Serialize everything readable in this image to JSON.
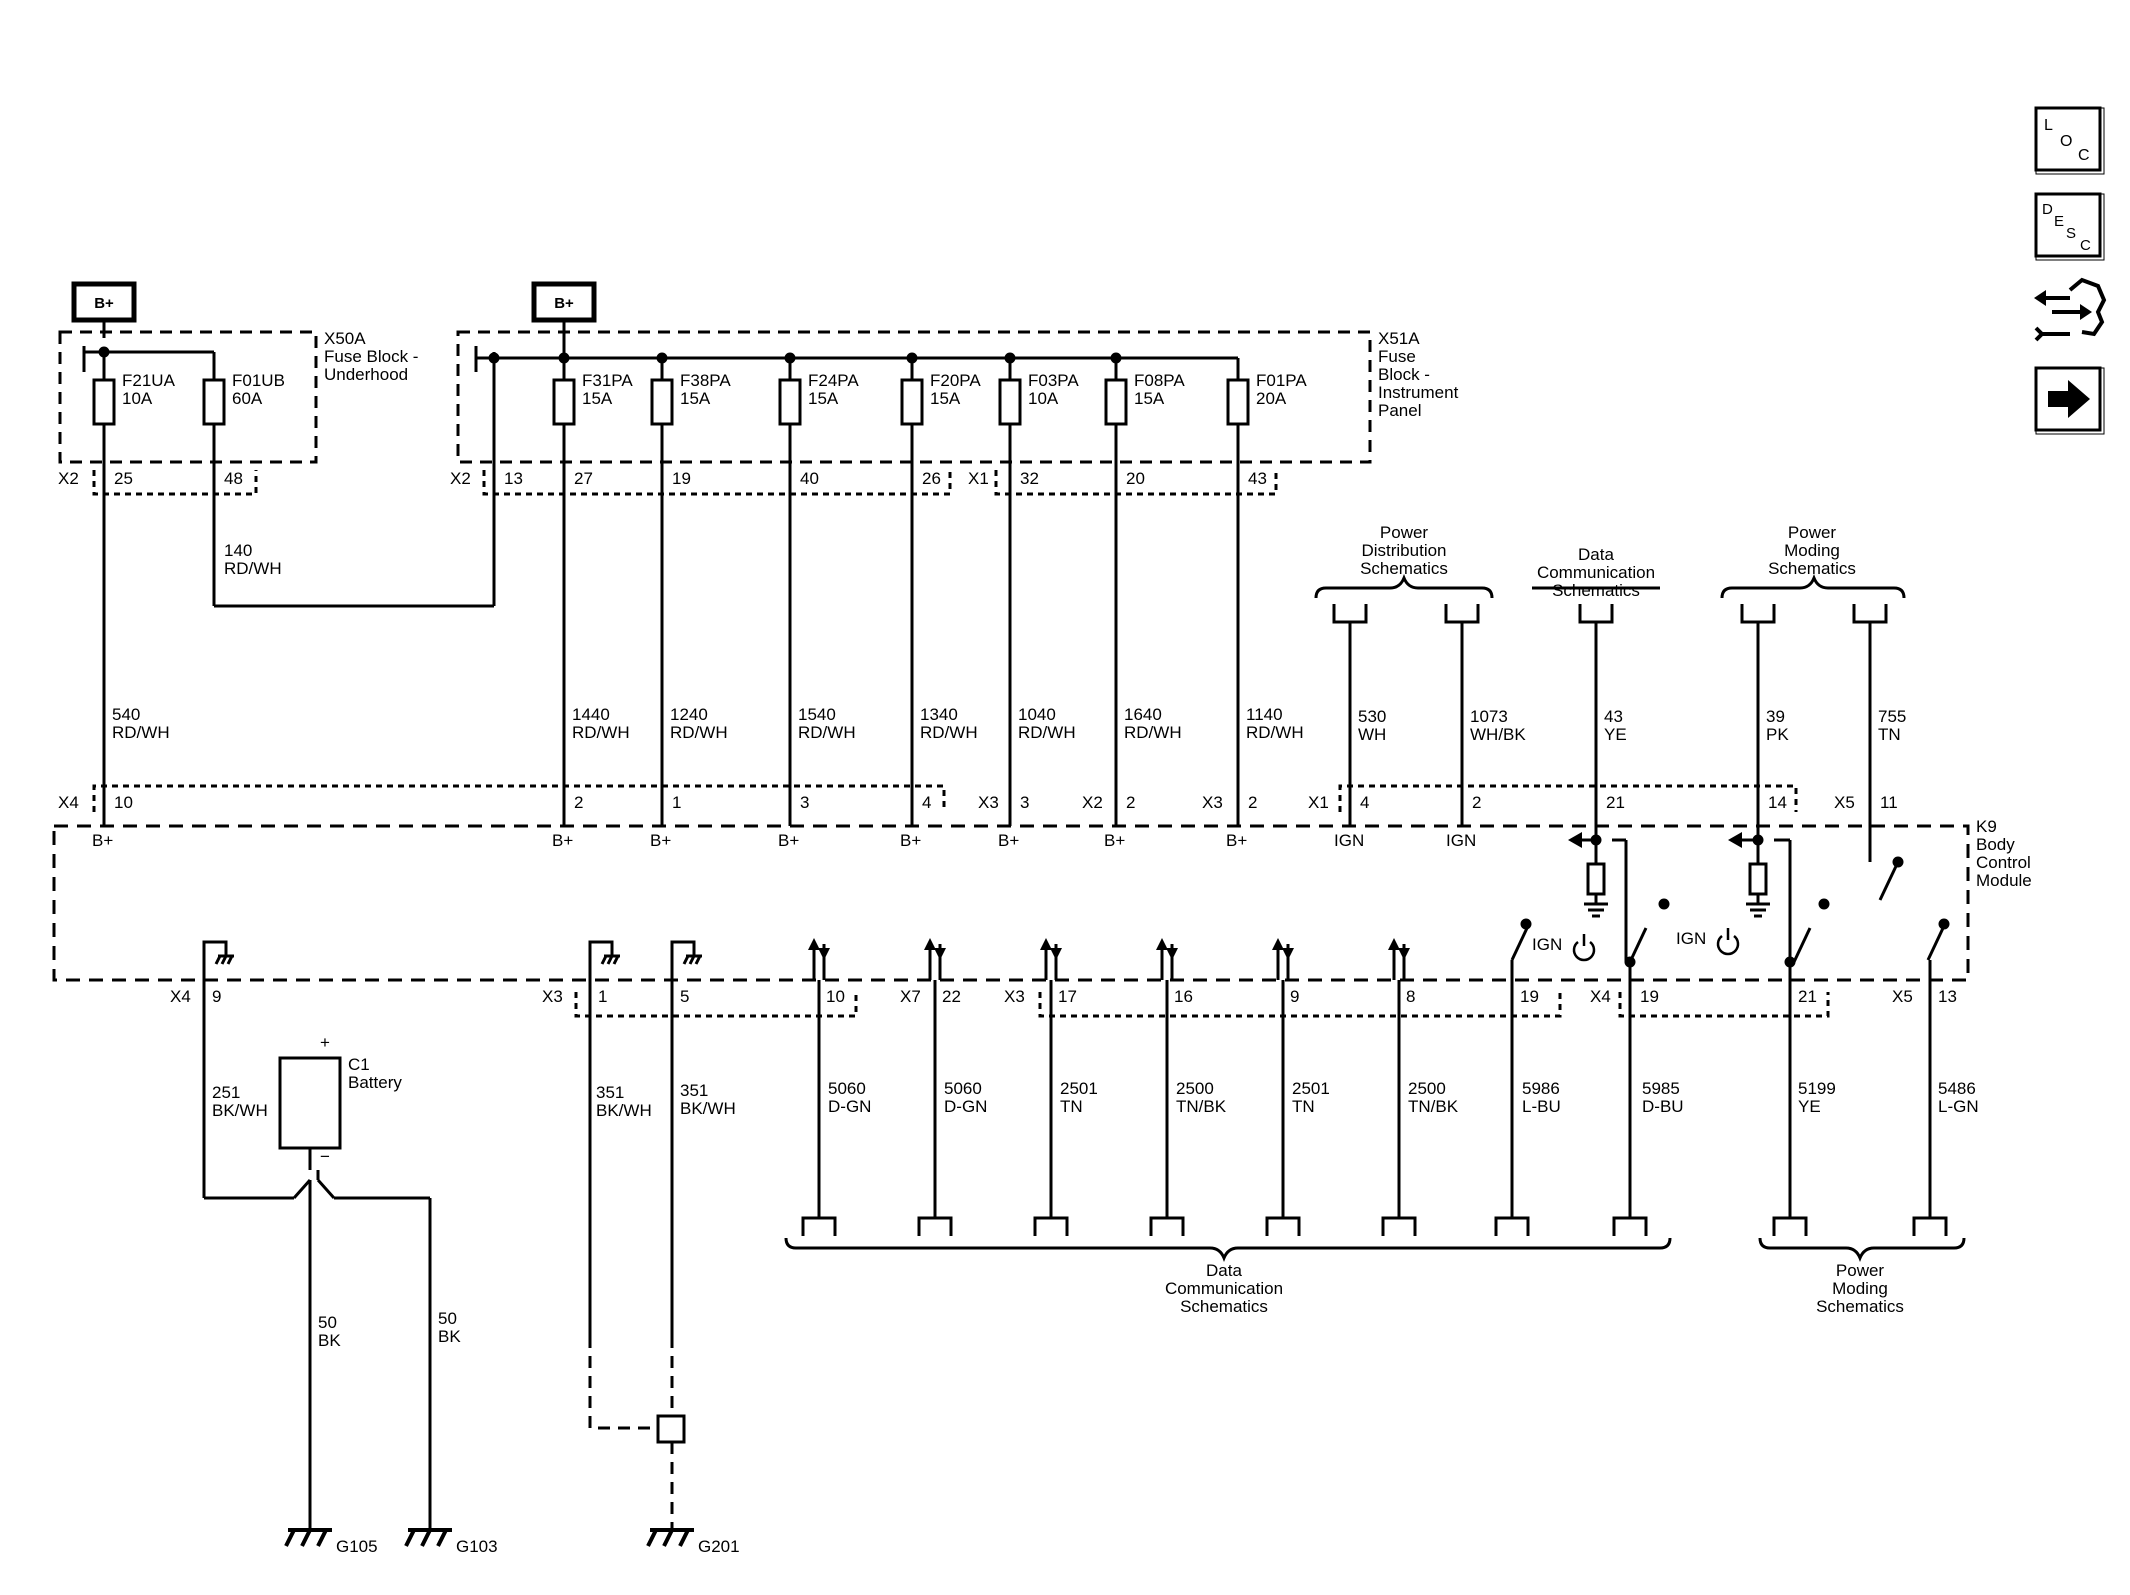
{
  "power_sources": {
    "bplus_1": "B+",
    "bplus_2": "B+"
  },
  "modules": {
    "x50a": [
      "X50A",
      "Fuse Block -",
      "Underhood"
    ],
    "x51a": [
      "X51A",
      "Fuse",
      "Block -",
      "Instrument",
      "Panel"
    ],
    "k9": [
      "K9",
      "Body",
      "Control",
      "Module"
    ]
  },
  "fuses": [
    {
      "name": "F21UA",
      "rating": "10A"
    },
    {
      "name": "F01UB",
      "rating": "60A"
    },
    {
      "name": "F31PA",
      "rating": "15A"
    },
    {
      "name": "F38PA",
      "rating": "15A"
    },
    {
      "name": "F24PA",
      "rating": "15A"
    },
    {
      "name": "F20PA",
      "rating": "15A"
    },
    {
      "name": "F03PA",
      "rating": "10A"
    },
    {
      "name": "F08PA",
      "rating": "15A"
    },
    {
      "name": "F01PA",
      "rating": "20A"
    }
  ],
  "connector_labels": {
    "fuse_x2_a": "X2",
    "fuse_x2_b": "X2",
    "fuse_x1": "X1",
    "bcm_top_x4": "X4",
    "bcm_top_x3_a": "X3",
    "bcm_top_x2": "X2",
    "bcm_top_x3_b": "X3",
    "bcm_top_x1": "X1",
    "bcm_top_x5": "X5",
    "bcm_bot_x4_a": "X4",
    "bcm_bot_x3_a": "X3",
    "bcm_bot_x7": "X7",
    "bcm_bot_x3_b": "X3",
    "bcm_bot_x4_b": "X4",
    "bcm_bot_x5": "X5"
  },
  "fuse_pins": [
    "25",
    "48",
    "13",
    "27",
    "19",
    "40",
    "26",
    "32",
    "20",
    "43"
  ],
  "bcm_top_pins": [
    "10",
    "2",
    "1",
    "3",
    "4",
    "3",
    "2",
    "2",
    "4",
    "2",
    "21",
    "14",
    "11"
  ],
  "bcm_top_terminals": [
    "B+",
    "B+",
    "B+",
    "B+",
    "B+",
    "B+",
    "B+",
    "B+",
    "IGN",
    "IGN"
  ],
  "bcm_bottom_pins": [
    "9",
    "1",
    "5",
    "10",
    "22",
    "17",
    "16",
    "9",
    "8",
    "19",
    "19",
    "21",
    "13"
  ],
  "ign_labels": [
    "IGN",
    "IGN"
  ],
  "wires_top": [
    {
      "num": "140",
      "color": "RD/WH"
    },
    {
      "num": "540",
      "color": "RD/WH"
    },
    {
      "num": "1440",
      "color": "RD/WH"
    },
    {
      "num": "1240",
      "color": "RD/WH"
    },
    {
      "num": "1540",
      "color": "RD/WH"
    },
    {
      "num": "1340",
      "color": "RD/WH"
    },
    {
      "num": "1040",
      "color": "RD/WH"
    },
    {
      "num": "1640",
      "color": "RD/WH"
    },
    {
      "num": "1140",
      "color": "RD/WH"
    },
    {
      "num": "530",
      "color": "WH"
    },
    {
      "num": "1073",
      "color": "WH/BK"
    },
    {
      "num": "43",
      "color": "YE"
    },
    {
      "num": "39",
      "color": "PK"
    },
    {
      "num": "755",
      "color": "TN"
    }
  ],
  "wires_bottom": [
    {
      "num": "251",
      "color": "BK/WH"
    },
    {
      "num": "351",
      "color": "BK/WH"
    },
    {
      "num": "351",
      "color": "BK/WH"
    },
    {
      "num": "5060",
      "color": "D-GN"
    },
    {
      "num": "5060",
      "color": "D-GN"
    },
    {
      "num": "2501",
      "color": "TN"
    },
    {
      "num": "2500",
      "color": "TN/BK"
    },
    {
      "num": "2501",
      "color": "TN"
    },
    {
      "num": "2500",
      "color": "TN/BK"
    },
    {
      "num": "5986",
      "color": "L-BU"
    },
    {
      "num": "5985",
      "color": "D-BU"
    },
    {
      "num": "5199",
      "color": "YE"
    },
    {
      "num": "5486",
      "color": "L-GN"
    },
    {
      "num": "50",
      "color": "BK"
    },
    {
      "num": "50",
      "color": "BK"
    }
  ],
  "battery": {
    "name": "C1",
    "desc": "Battery",
    "plus": "+",
    "minus": "−"
  },
  "grounds": [
    "G105",
    "G103",
    "G201"
  ],
  "references": {
    "power_dist": [
      "Power",
      "Distribution",
      "Schematics"
    ],
    "data_comm_top": [
      "Data",
      "Communication",
      "Schematics"
    ],
    "power_moding_top": [
      "Power",
      "Moding",
      "Schematics"
    ],
    "data_comm_bottom": [
      "Data",
      "Communication",
      "Schematics"
    ],
    "power_moding_bottom": [
      "Power",
      "Moding",
      "Schematics"
    ]
  },
  "nav": {
    "loc": [
      "L",
      "O",
      "C"
    ],
    "desc": [
      "D",
      "E",
      "S",
      "C"
    ],
    "icons": [
      "connector-view-icon",
      "next-page-arrow-icon"
    ]
  }
}
